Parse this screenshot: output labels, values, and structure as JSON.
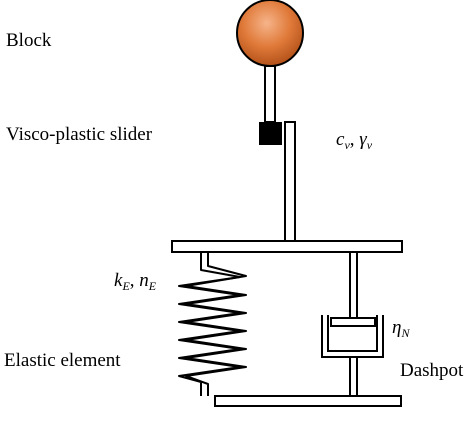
{
  "labels": {
    "block": "Block",
    "slider": "Visco-plastic slider",
    "elastic": "Elastic element",
    "dashpot": "Dashpot"
  },
  "symbols": {
    "slider_param_1": {
      "base": "c",
      "sub": "v"
    },
    "slider_sep": ", ",
    "slider_param_2": {
      "base": "γ",
      "sub": "v"
    },
    "spring_param_1": {
      "base": "k",
      "sub": "E"
    },
    "spring_sep": ", ",
    "spring_param_2": {
      "base": "n",
      "sub": "E"
    },
    "dashpot_param": {
      "base": "η",
      "sub": "N"
    }
  },
  "colors": {
    "ball_center": "#f6b48a",
    "ball_mid": "#e07a3a",
    "ball_edge": "#b4521a",
    "line": "#000000",
    "slider_fill": "#000000"
  }
}
